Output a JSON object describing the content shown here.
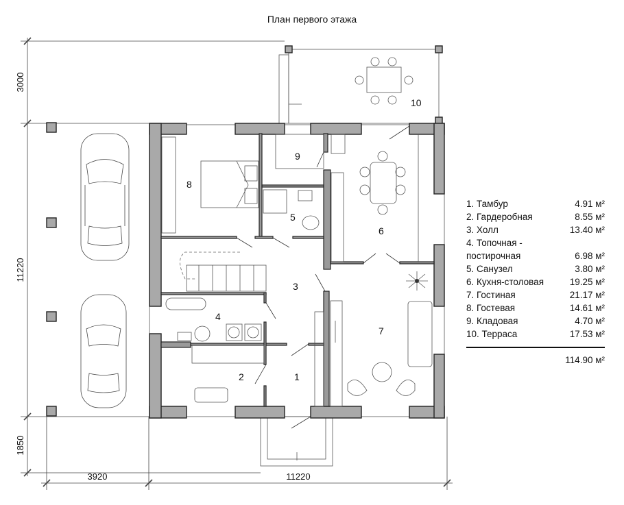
{
  "title": "План первого этажа",
  "dimensions": {
    "left_top": "3000",
    "left_middle": "11220",
    "left_bottom": "1850",
    "bottom_left": "3920",
    "bottom_right": "11220"
  },
  "rooms": {
    "r1": "1",
    "r2": "2",
    "r3": "3",
    "r4": "4",
    "r5": "5",
    "r6": "6",
    "r7": "7",
    "r8": "8",
    "r9": "9",
    "r10": "10"
  },
  "legend": {
    "items": [
      {
        "name": "1. Тамбур",
        "area": "4.91 м²"
      },
      {
        "name": "2. Гардеробная",
        "area": "8.55 м²"
      },
      {
        "name": "3. Холл",
        "area": "13.40 м²"
      },
      {
        "name": "4. Топочная -",
        "area": ""
      },
      {
        "name": "постирочная",
        "area": "6.98 м²"
      },
      {
        "name": "5. Санузел",
        "area": "3.80 м²"
      },
      {
        "name": "6. Кухня-столовая",
        "area": "19.25 м²"
      },
      {
        "name": "7. Гостиная",
        "area": "21.17 м²"
      },
      {
        "name": "8. Гостевая",
        "area": "14.61 м²"
      },
      {
        "name": "9. Кладовая",
        "area": "4.70 м²"
      },
      {
        "name": "10. Терраса",
        "area": "17.53 м²"
      }
    ],
    "total": "114.90 м²"
  }
}
